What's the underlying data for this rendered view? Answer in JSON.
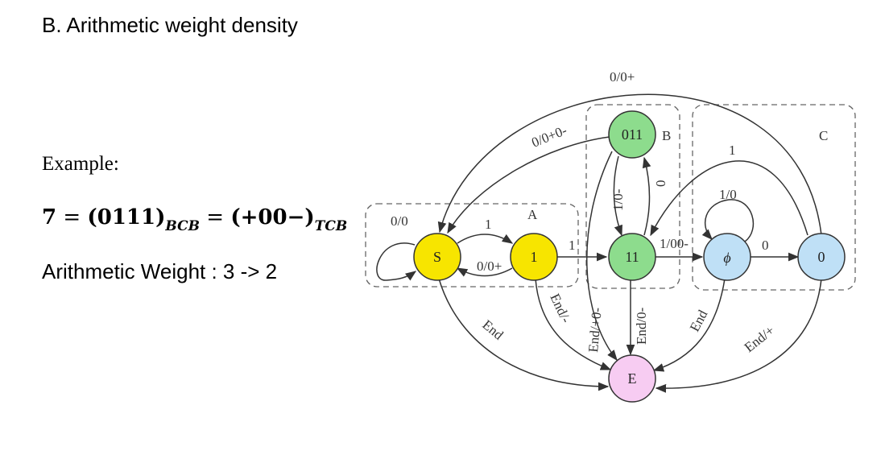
{
  "slide": {
    "heading": "B. Arithmetic weight density",
    "example_label": "Example:",
    "equation": {
      "lhs": "7",
      "eq1": " = ",
      "bcb_value": "(0111)",
      "bcb_sub": "BCB",
      "eq2": " = ",
      "tcb_value": "(+00−)",
      "tcb_sub": "TCB"
    },
    "weight_text": "Arithmetic Weight : 3 -> 2"
  },
  "diagram": {
    "colors": {
      "yellow": "#f7e500",
      "green": "#8ddc8d",
      "blue": "#bfe0f6",
      "pink": "#f7ccf2"
    },
    "groups": {
      "a": "A",
      "b": "B",
      "c": "C"
    },
    "nodes": {
      "s": "S",
      "one": "1",
      "n011": "011",
      "n11": "11",
      "phi": "ϕ",
      "zero": "0",
      "e": "E"
    },
    "edges": {
      "s_self": "0/0",
      "s_to_1": "1",
      "one_to_s": "0/0+",
      "one_to_11": "1",
      "n011_to_s": "0/0+0-",
      "n011_to_11": "1/0-",
      "n11_to_011": "0",
      "n11_to_phi": "1/00-",
      "phi_self": "1/0",
      "phi_to_0": "0",
      "zero_to_11": "1",
      "zero_to_s": "0/0+",
      "s_to_e": "End",
      "one_to_e": "End/-",
      "n011_to_e": "End/+0-",
      "n11_to_e": "End/0-",
      "phi_to_e": "End",
      "zero_to_e": "End/+"
    }
  }
}
